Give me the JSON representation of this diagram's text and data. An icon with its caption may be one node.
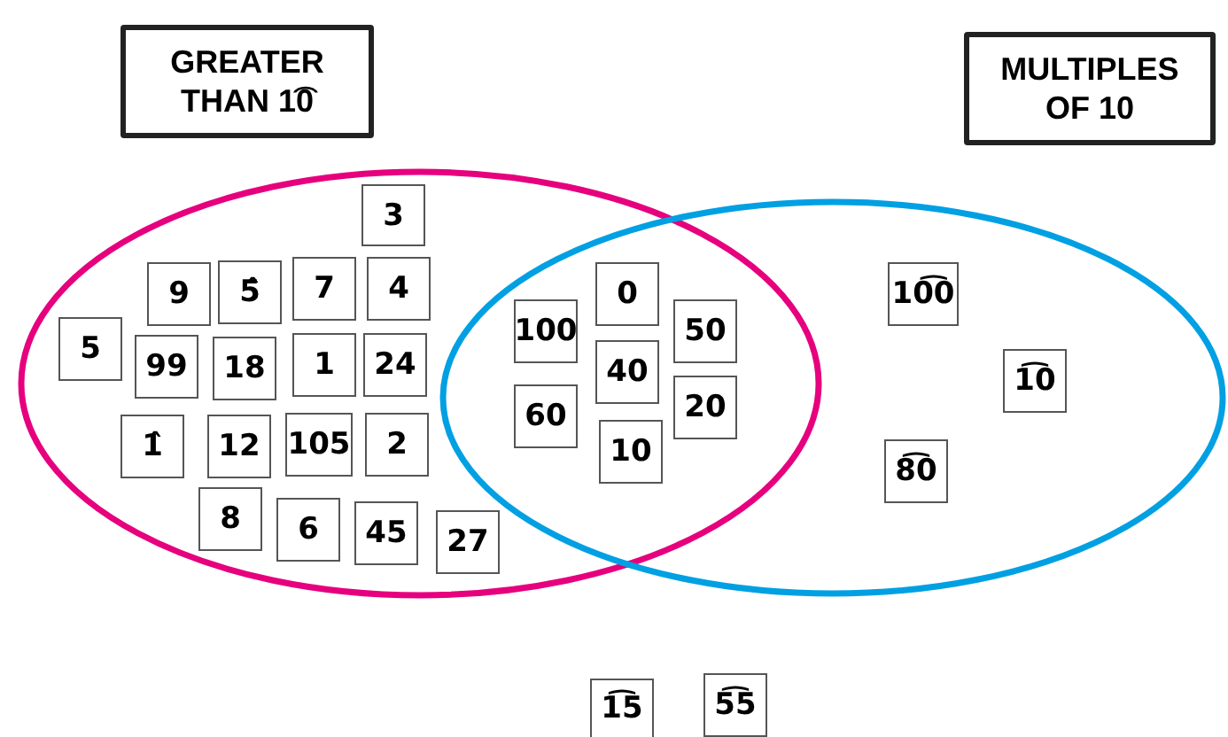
{
  "diagram": {
    "nodes": [
      {
        "text": [
          "GREATER THAN 1͡0"
        ]
      },
      {
        "text": [],
        "shape": "ellipse"
      },
      {
        "text": [
          "3"
        ],
        "in": 1
      },
      {
        "text": [
          "9"
        ],
        "in": 1
      },
      {
        "text": [
          "5̂"
        ],
        "in": 1
      },
      {
        "text": [
          "7"
        ],
        "in": 1
      },
      {
        "text": [
          "4"
        ],
        "in": 1
      },
      {
        "text": [
          "5"
        ],
        "in": 1
      },
      {
        "text": [
          "99"
        ],
        "in": 1
      },
      {
        "text": [
          "18"
        ],
        "in": 1
      },
      {
        "text": [
          "1"
        ],
        "in": 1
      },
      {
        "text": [
          "24"
        ],
        "in": 1
      },
      {
        "text": [
          "1̂"
        ],
        "in": 1
      },
      {
        "text": [
          "12"
        ],
        "in": 1
      },
      {
        "text": [
          "105"
        ],
        "in": 1
      },
      {
        "text": [
          "2"
        ],
        "in": 1
      },
      {
        "text": [
          "8"
        ],
        "in": 1
      },
      {
        "text": [
          "6"
        ],
        "in": 1
      },
      {
        "text": [
          "45"
        ],
        "in": 1
      },
      {
        "text": [
          "27"
        ],
        "in": 1
      },
      {
        "text": [
          "MULTIPLES OF 10"
        ]
      },
      {
        "text": [],
        "shape": "ellipse"
      },
      {
        "text": [
          "100"
        ]
      },
      {
        "text": [
          "0"
        ]
      },
      {
        "text": [
          "50"
        ]
      },
      {
        "text": [
          "40"
        ]
      },
      {
        "text": [
          "60"
        ]
      },
      {
        "text": [
          "20"
        ]
      },
      {
        "text": [
          "10"
        ]
      },
      {
        "text": [
          "10͡0"
        ],
        "in": 21
      },
      {
        "text": [
          "1͡0"
        ],
        "in": 21
      },
      {
        "text": [
          "8͡0"
        ],
        "in": 21
      },
      {
        "text": [
          "1͡5"
        ]
      },
      {
        "text": [
          "5͡5"
        ]
      }
    ]
  }
}
